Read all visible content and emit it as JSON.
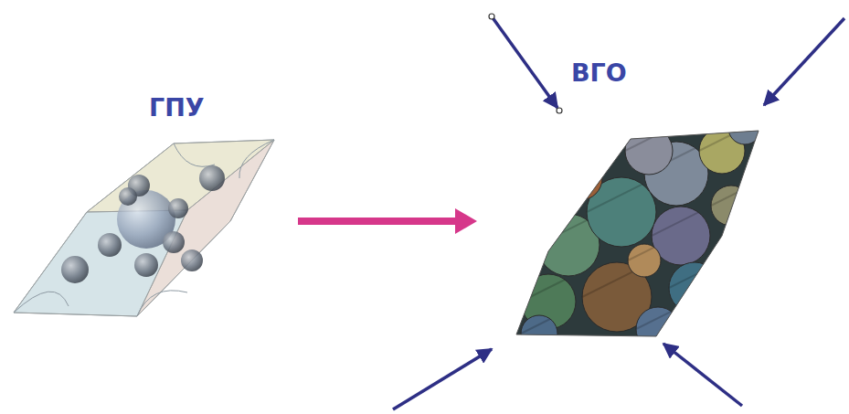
{
  "diagram": {
    "nodes": [
      {
        "text": [
          "ГПУ"
        ]
      },
      {
        "text": [
          "ВГО"
        ]
      }
    ],
    "edges": [
      {
        "from": 0,
        "to": 1,
        "arrow": "to"
      }
    ]
  }
}
